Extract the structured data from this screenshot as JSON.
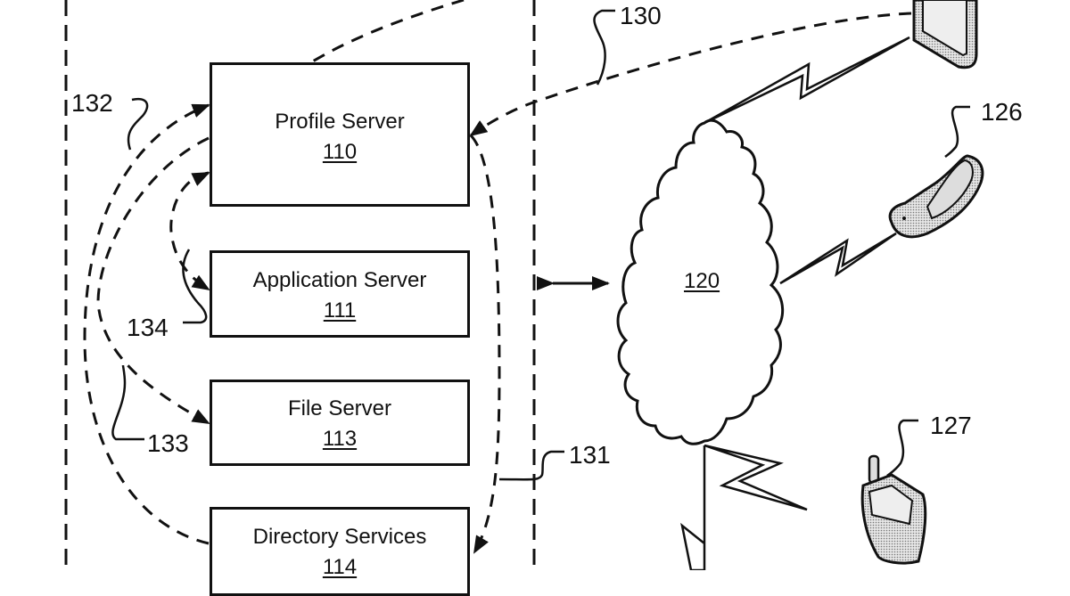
{
  "servers": [
    {
      "title": "Profile Server",
      "ref": "110"
    },
    {
      "title": "Application Server",
      "ref": "111"
    },
    {
      "title": "File Server",
      "ref": "113"
    },
    {
      "title": "Directory Services",
      "ref": "114"
    }
  ],
  "network": {
    "ref": "120"
  },
  "devices": [
    {
      "type": "tablet",
      "ref": ""
    },
    {
      "type": "flip-phone",
      "ref": "126"
    },
    {
      "type": "cell-phone",
      "ref": "127"
    }
  ],
  "connections": [
    {
      "ref": "130"
    },
    {
      "ref": "131"
    },
    {
      "ref": "132"
    },
    {
      "ref": "133"
    },
    {
      "ref": "134"
    }
  ],
  "colors": {
    "line": "#111111",
    "device_fill": "#cfcfcf",
    "background": "#ffffff"
  }
}
